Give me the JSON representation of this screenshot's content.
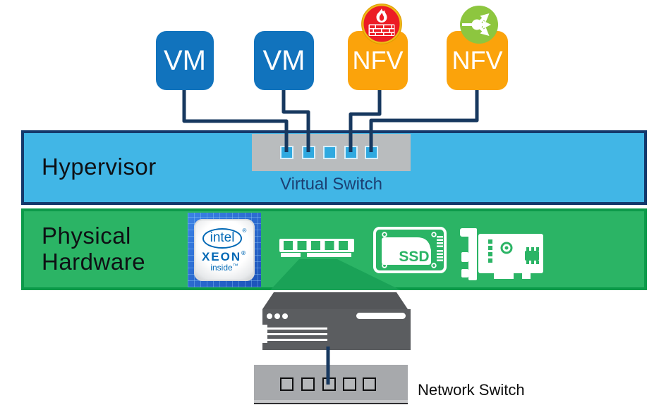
{
  "nodes": {
    "vm1": {
      "label": "VM"
    },
    "vm2": {
      "label": "VM"
    },
    "nfv1": {
      "label": "NFV",
      "badge": "firewall-icon"
    },
    "nfv2": {
      "label": "NFV",
      "badge": "load-balancer-icon"
    },
    "hypervisor": {
      "label": "Hypervisor"
    },
    "virtual_switch": {
      "label": "Virtual Switch",
      "port_count": 5,
      "connected_ports": [
        1,
        2,
        4,
        5
      ]
    },
    "physical_hardware": {
      "label": "Physical Hardware",
      "components": [
        "intel-xeon-cpu",
        "ram-module",
        "ssd-drive",
        "network-interface-card"
      ]
    },
    "server": {
      "type": "rack-server"
    },
    "network_switch": {
      "label": "Network Switch",
      "port_count": 5,
      "connected_ports": [
        3
      ]
    }
  },
  "intel_badge": {
    "brand": "intel",
    "brand_mark": "®",
    "product": "XEON",
    "product_mark": "®",
    "tagline": "inside",
    "tagline_mark": "™"
  },
  "ssd": {
    "label": "SSD"
  },
  "colors": {
    "vm_blue": "#1173bd",
    "nfv_orange": "#fba30b",
    "hypervisor_fill": "#41b6e6",
    "hypervisor_border": "#14386b",
    "hardware_fill": "#2bb465",
    "hardware_border": "#0c9a4a",
    "connector_navy": "#17385f",
    "firewall_red": "#ec1c24",
    "firewall_ring_gold": "#eebb17",
    "load_balancer_green": "#8dc63f",
    "virtual_switch_gray": "#b9bcbe",
    "server_gray": "#5b5d60",
    "network_switch_gray": "#a7a9ac"
  }
}
